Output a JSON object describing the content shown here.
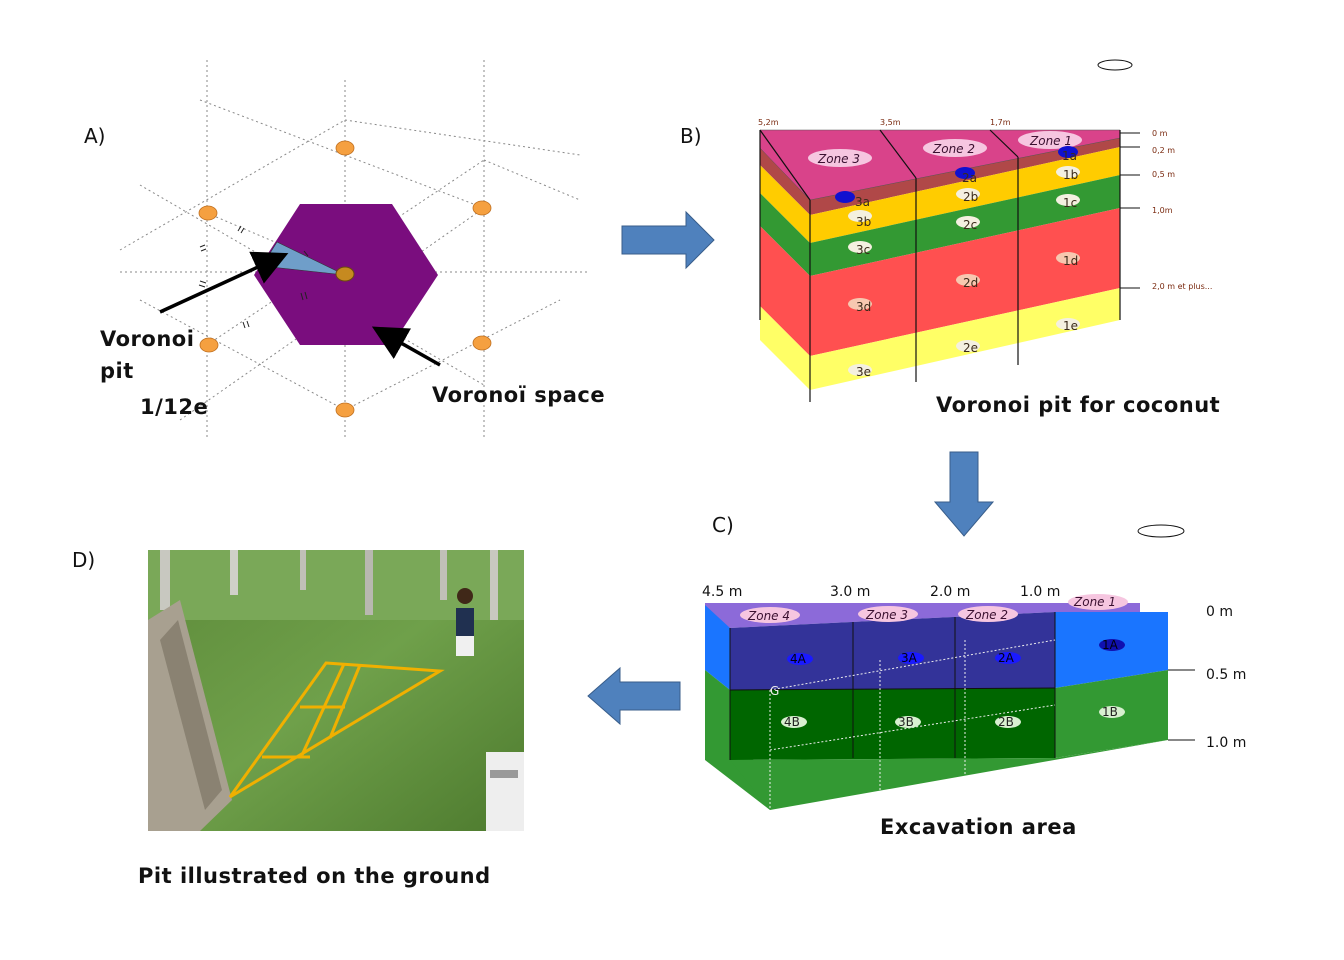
{
  "panels": {
    "a": {
      "letter": "A)",
      "pit_label_1": "Voronoi",
      "pit_label_2": "pit",
      "fraction_label": "1/12e",
      "space_label": "Voronoï space"
    },
    "b": {
      "letter": "B)",
      "caption": "Voronoi pit for coconut",
      "top_dims": [
        "5,2m",
        "3,5m",
        "1,7m"
      ],
      "depths": [
        "0 m",
        "0,2 m",
        "0,5 m",
        "1,0m",
        "2,0 m et plus..."
      ],
      "zones": [
        "Zone 3",
        "Zone 2",
        "Zone 1"
      ],
      "cells": [
        "3a",
        "2a",
        "1a",
        "3b",
        "2b",
        "1b",
        "3c",
        "2c",
        "1c",
        "3d",
        "2d",
        "1d",
        "3e",
        "2e",
        "1e"
      ]
    },
    "c": {
      "letter": "C)",
      "caption": "Excavation area",
      "top_dims": [
        "4.5 m",
        "3.0 m",
        "2.0 m",
        "1.0 m"
      ],
      "depths": [
        "0 m",
        "0.5 m",
        "1.0 m"
      ],
      "zones": [
        "Zone 4",
        "Zone 3",
        "Zone 2",
        "Zone 1"
      ],
      "cells": [
        "4A",
        "3A",
        "2A",
        "1A",
        "4B",
        "3B",
        "2B",
        "1B"
      ],
      "marker": "G"
    },
    "d": {
      "letter": "D)",
      "caption": "Pit illustrated on the ground"
    }
  },
  "colors": {
    "hexagon": "#7a0d7e",
    "orange_dot": "#f5a040",
    "arrow": "#4f81bd",
    "b_top": "#d9438a",
    "b_brown": "#b04848",
    "b_yellow": "#ffcc00",
    "b_green": "#339933",
    "b_red": "#ff5050",
    "b_lightyellow": "#ffff66",
    "c_purple": "#8c6ad9",
    "c_darkblue": "#333399",
    "c_blue": "#1a75ff",
    "c_green": "#339933",
    "c_darkgreen": "#006600"
  }
}
